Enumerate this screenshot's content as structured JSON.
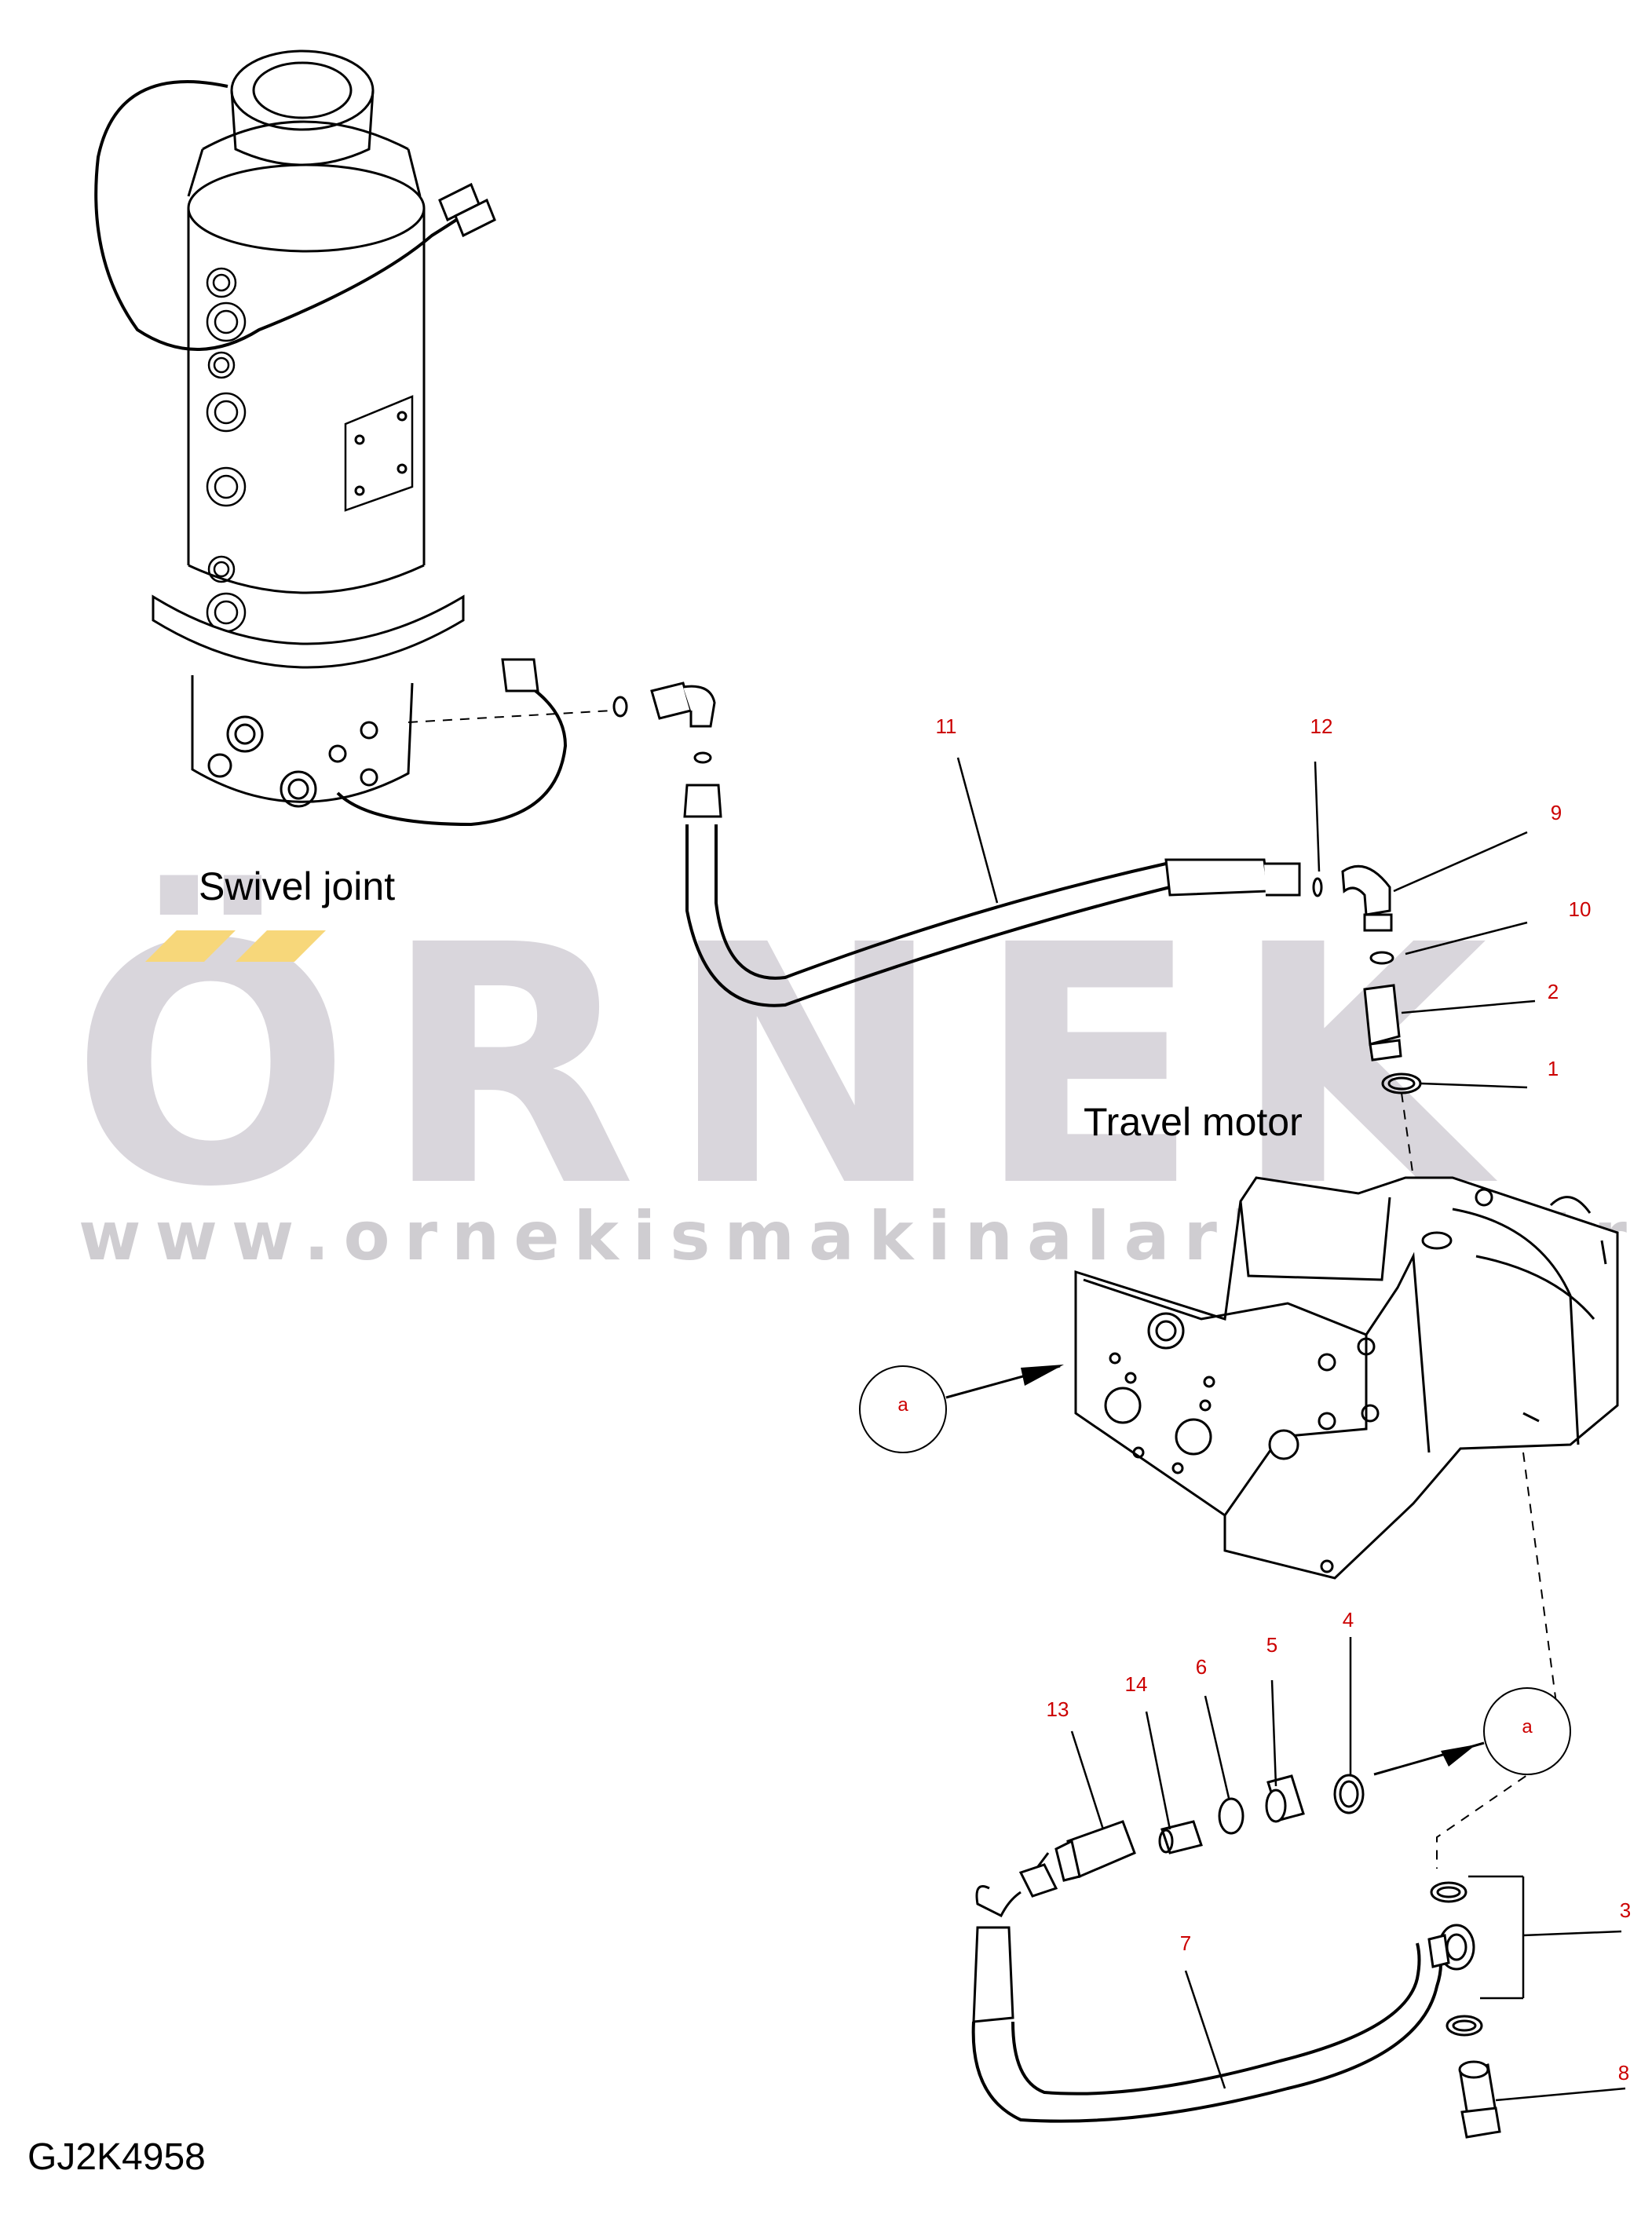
{
  "watermark": {
    "brand": "ÖRNEK",
    "url": "www.ornekismakinalari.com.tr",
    "brand_color": "#d9d6dc",
    "accent_color": "#f7d77a"
  },
  "labels": {
    "swivel_joint": "Swivel joint",
    "travel_motor": "Travel motor",
    "drawing_id": "GJ2K4958"
  },
  "callouts": [
    "11",
    "12",
    "9",
    "10",
    "2",
    "1",
    "4",
    "5",
    "6",
    "14",
    "13",
    "3",
    "7",
    "8"
  ],
  "reference_mark": "a",
  "colors": {
    "callout_text": "#cc0000",
    "line": "#000000"
  }
}
